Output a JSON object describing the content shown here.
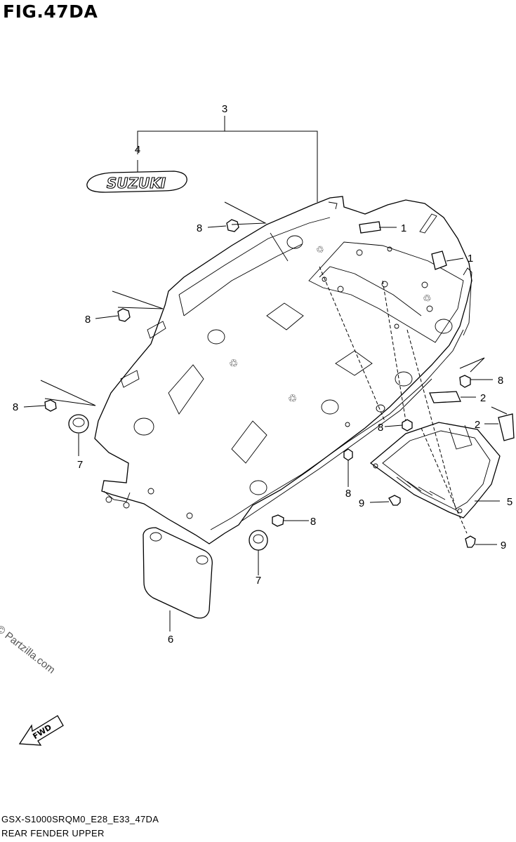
{
  "figure": {
    "title": "FIG.47DA",
    "code": "GSX-S1000SRQM0_E28_E33_47DA",
    "caption": "REAR FENDER UPPER",
    "watermark": "© Partzilla.com",
    "fwd_label": "FWD",
    "emblem_text": "SUZUKI"
  },
  "callouts": [
    "3",
    "4",
    "1",
    "1",
    "8",
    "8",
    "8",
    "8",
    "2",
    "2",
    "8",
    "7",
    "8",
    "9",
    "5",
    "8",
    "9",
    "7",
    "6"
  ]
}
